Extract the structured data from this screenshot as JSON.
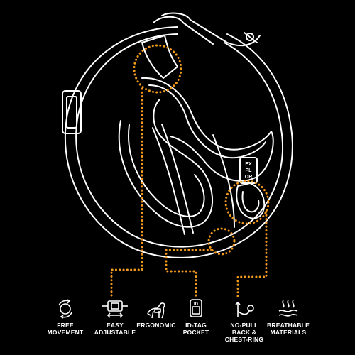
{
  "colors": {
    "background": "#000000",
    "line_art": "#ffffff",
    "dots": "#f39a1c"
  },
  "brand_tag": {
    "line1": "EX",
    "line2": "PL",
    "line3": "OR"
  },
  "icons": [
    "free-movement-icon",
    "easy-adjustable-icon",
    "ergonomic-icon",
    "id-tag-pocket-icon",
    "no-pull-icon",
    "breathable-materials-icon"
  ],
  "id_tag_icon_text": "ID",
  "features": [
    {
      "line1": "FREE",
      "line2": "MOVEMENT"
    },
    {
      "line1": "EASY",
      "line2": "ADJUSTABLE"
    },
    {
      "line1": "ERGONOMIC",
      "line2": ""
    },
    {
      "line1": "ID-TAG",
      "line2": "POCKET"
    },
    {
      "line1": "NO-PULL",
      "line2": "BACK &",
      "line3": "CHEST-RING"
    },
    {
      "line1": "BREATHABLE",
      "line2": "MATERIALS"
    }
  ]
}
